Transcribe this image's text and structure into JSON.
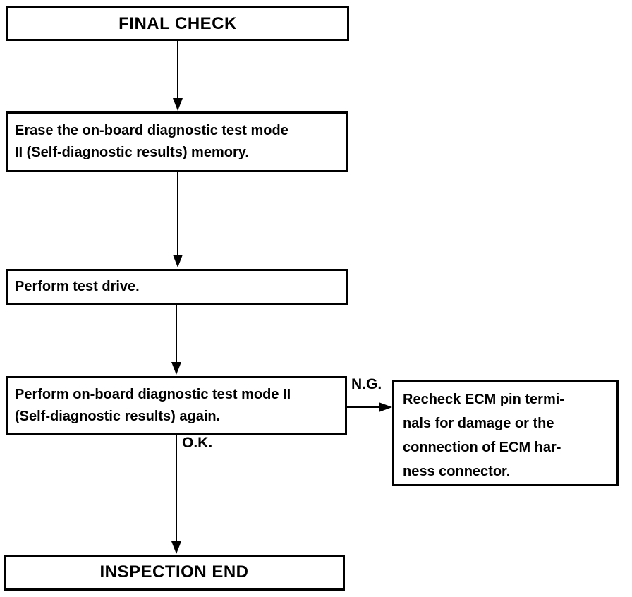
{
  "flowchart": {
    "nodes": {
      "final_check": {
        "text": "FINAL CHECK"
      },
      "erase_memory": {
        "text": "Erase the on-board diagnostic test mode\nII (Self-diagnostic results) memory."
      },
      "test_drive": {
        "text": "Perform test drive."
      },
      "diagnostic_again": {
        "text": "Perform on-board diagnostic test mode II\n(Self-diagnostic results) again."
      },
      "recheck_ecm": {
        "text": "Recheck ECM pin termi-\nnals for damage or the\nconnection of ECM har-\nness connector."
      },
      "inspection_end": {
        "text": "INSPECTION END"
      }
    },
    "edge_labels": {
      "ng": "N.G.",
      "ok": "O.K."
    },
    "colors": {
      "ink": "#000000",
      "background": "#ffffff"
    }
  }
}
